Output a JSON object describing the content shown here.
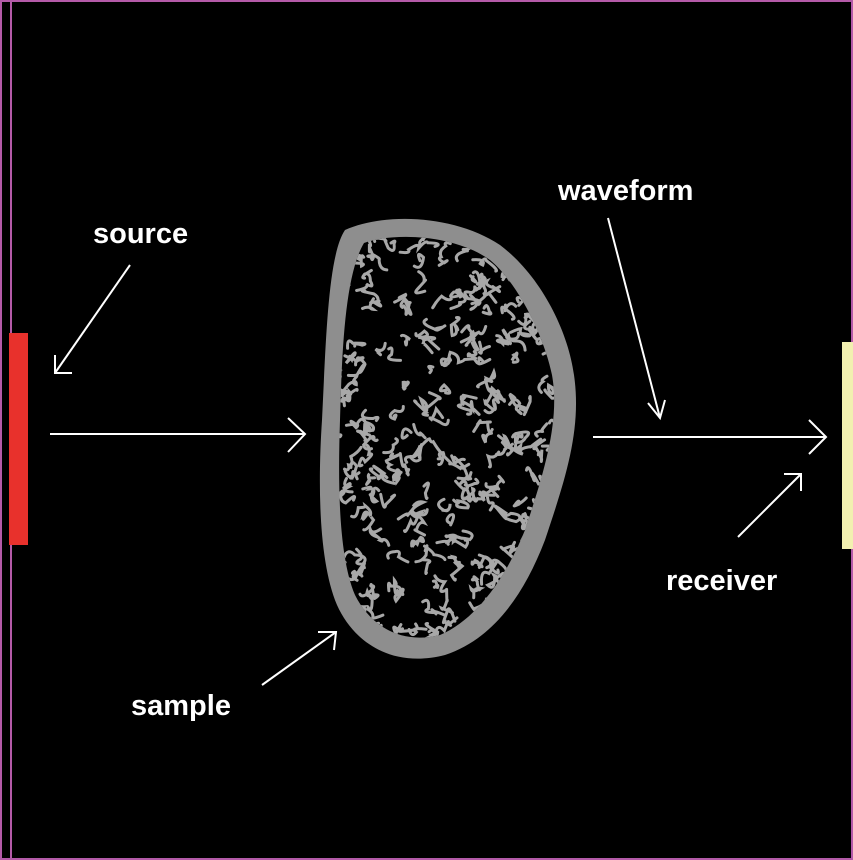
{
  "labels": {
    "source": "source",
    "waveform": "waveform",
    "sample": "sample",
    "receiver": "receiver"
  },
  "colors": {
    "background": "#000000",
    "border": "#b45aa8",
    "source_emitter": "#e8312c",
    "receiver_panel": "#f2f0b0",
    "sample_shell": "#8e8e8e",
    "trabecular": "#a8a8a8",
    "arrows": "#ffffff"
  }
}
